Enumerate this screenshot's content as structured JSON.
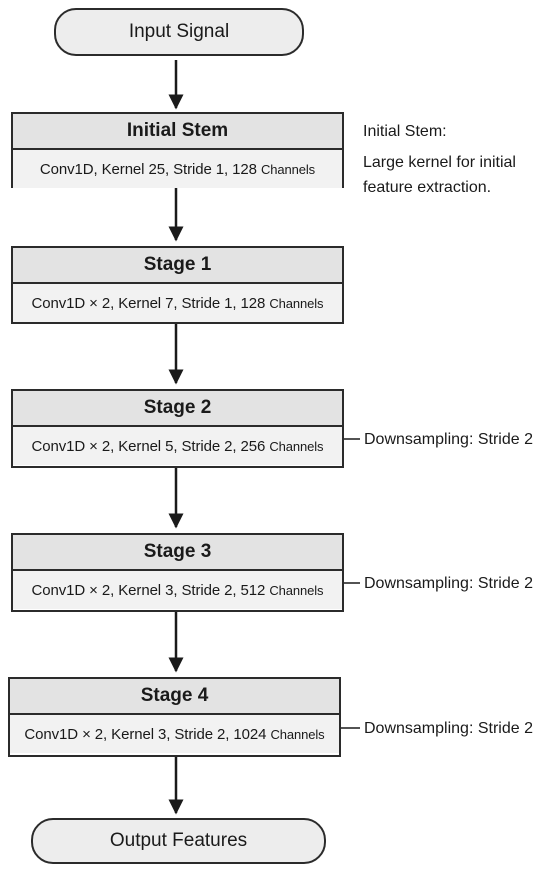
{
  "input": {
    "label": "Input Signal"
  },
  "output": {
    "label": "Output Features"
  },
  "blocks": [
    {
      "title": "Initial Stem",
      "detail": "Conv1D, Kernel 25, Stride 1, 128",
      "unit": "Channels"
    },
    {
      "title": "Stage 1",
      "detail": "Conv1D × 2, Kernel 7, Stride 1, 128",
      "unit": "Channels"
    },
    {
      "title": "Stage 2",
      "detail": "Conv1D × 2, Kernel 5, Stride 2, 256",
      "unit": "Channels"
    },
    {
      "title": "Stage 3",
      "detail": "Conv1D × 2, Kernel 3, Stride 2, 512",
      "unit": "Channels"
    },
    {
      "title": "Stage 4",
      "detail": "Conv1D × 2, Kernel 3, Stride 2, 1024",
      "unit": "Channels"
    }
  ],
  "notes": {
    "stem_title": "Initial Stem:",
    "stem_line1": "Large kernel for initial",
    "stem_line2": "feature extraction.",
    "stage2": "Downsampling: Stride 2",
    "stage3": "Downsampling: Stride 2",
    "stage4": "Downsampling: Stride 2"
  },
  "colors": {
    "stroke": "#2b2b2b",
    "header_fill": "#e3e3e3",
    "body_fill": "#f2f2f2",
    "terminal_fill": "#ededed"
  }
}
